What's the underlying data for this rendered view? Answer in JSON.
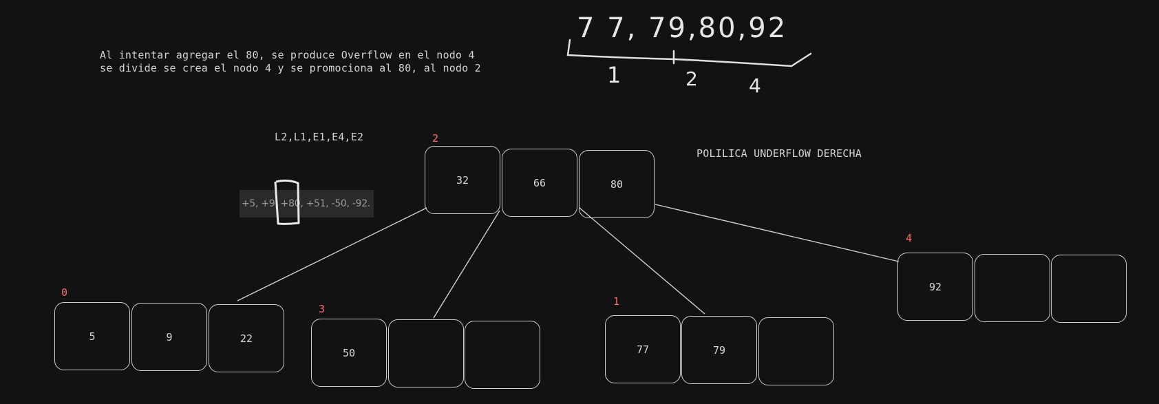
{
  "notes": {
    "line1": "Al intentar agregar el 80, se produce Overflow en el nodo 4",
    "line2": "se divide se crea el nodo 4 y se promociona al 80, al nodo 2",
    "ops": "L2,L1,E1,E4,E2",
    "policy": "POLILICA UNDERFLOW DERECHA"
  },
  "operations_box": "+5, +9, +80, +51, -50, -92.",
  "handwritten": {
    "sequence": "7 7, 79,80,92",
    "label_1": "1",
    "label_2": "2",
    "label_4": "4"
  },
  "nodes": [
    {
      "id": "2",
      "keys": [
        "32",
        "66",
        "80"
      ]
    },
    {
      "id": "0",
      "keys": [
        "5",
        "9",
        "22"
      ]
    },
    {
      "id": "3",
      "keys": [
        "50",
        "",
        ""
      ]
    },
    {
      "id": "1",
      "keys": [
        "77",
        "79",
        ""
      ]
    },
    {
      "id": "4",
      "keys": [
        "92",
        "",
        ""
      ]
    }
  ],
  "colors": {
    "background": "#121212",
    "node_id": "#ff6b6b",
    "stroke": "#cfcfcf"
  }
}
